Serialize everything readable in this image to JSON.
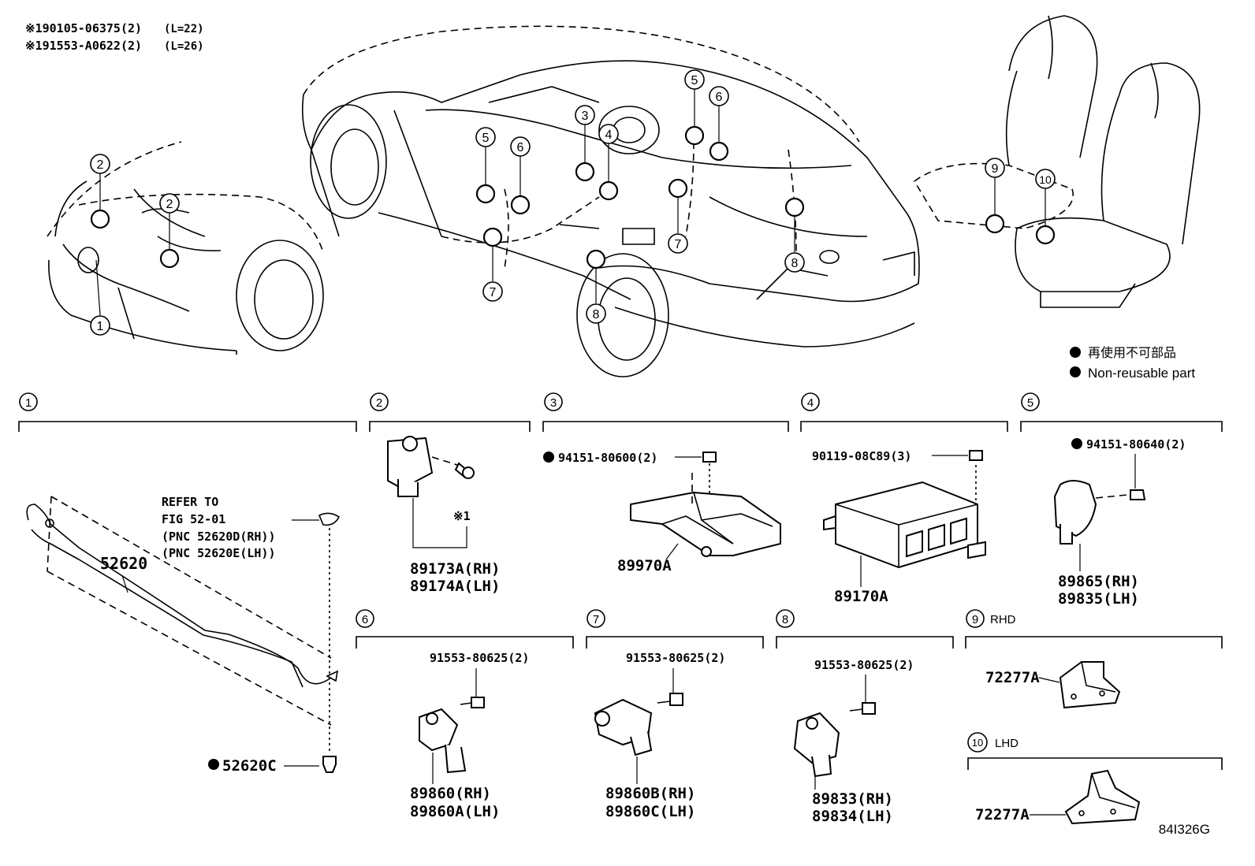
{
  "notes": [
    {
      "part": "※190105-06375(2)",
      "len": "(L=22)"
    },
    {
      "part": "※191553-A0622(2)",
      "len": "(L=26)"
    }
  ],
  "legend": {
    "japanese": "再使用不可部品",
    "english": "Non-reusable part"
  },
  "sections": [
    {
      "num": "1",
      "tag": ""
    },
    {
      "num": "2",
      "tag": ""
    },
    {
      "num": "3",
      "tag": ""
    },
    {
      "num": "4",
      "tag": ""
    },
    {
      "num": "5",
      "tag": ""
    },
    {
      "num": "6",
      "tag": ""
    },
    {
      "num": "7",
      "tag": ""
    },
    {
      "num": "8",
      "tag": ""
    },
    {
      "num": "9",
      "tag": "RHD"
    },
    {
      "num": "10",
      "tag": "LHD"
    }
  ],
  "parts": {
    "s1": {
      "refer": [
        "REFER TO",
        "FIG 52-01",
        "(PNC 52620D(RH))",
        "(PNC 52620E(LH))"
      ],
      "main": "52620",
      "bolt": "52620C"
    },
    "s2": {
      "lines": [
        "89173A(RH)",
        "89174A(LH)"
      ],
      "note": "※1"
    },
    "s3": {
      "lines": [
        "89970A"
      ],
      "fastener": "94151-80600(2)"
    },
    "s4": {
      "lines": [
        "89170A"
      ],
      "fastener": "90119-08C89(3)"
    },
    "s5": {
      "lines": [
        "89865(RH)",
        "89835(LH)"
      ],
      "fastener": "94151-80640(2)"
    },
    "s6": {
      "lines": [
        "89860(RH)",
        "89860A(LH)"
      ],
      "fastener": "91553-80625(2)"
    },
    "s7": {
      "lines": [
        "89860B(RH)",
        "89860C(LH)"
      ],
      "fastener": "91553-80625(2)"
    },
    "s8": {
      "lines": [
        "89833(RH)",
        "89834(LH)"
      ],
      "fastener": "91553-80625(2)"
    },
    "s9": {
      "lines": [
        "72277A"
      ]
    },
    "s10": {
      "lines": [
        "72277A"
      ]
    }
  },
  "callouts": [
    "1",
    "2",
    "2",
    "3",
    "4",
    "5",
    "5",
    "6",
    "6",
    "7",
    "7",
    "8",
    "8",
    "9",
    "10"
  ],
  "figure_code": "84I326G",
  "colors": {
    "ink": "#000000",
    "paper": "#ffffff"
  }
}
